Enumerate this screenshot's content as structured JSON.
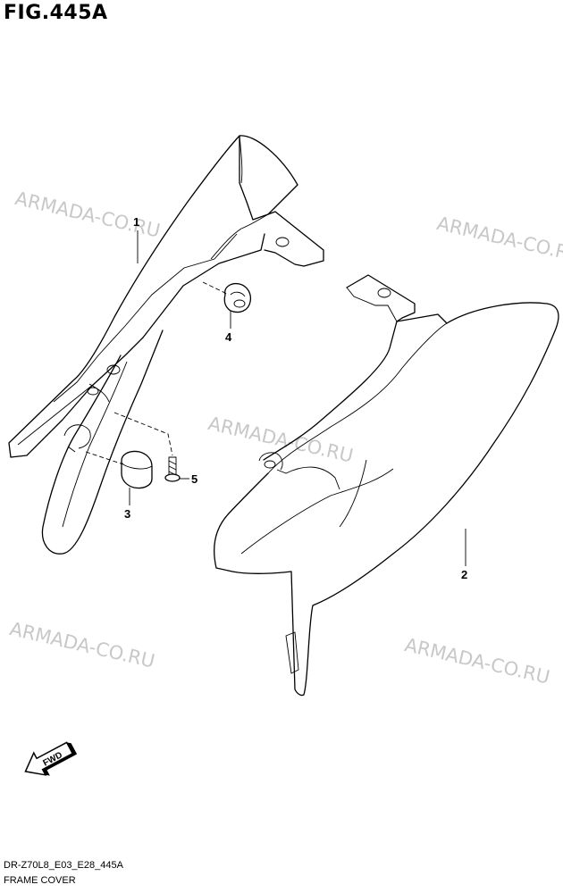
{
  "figure": {
    "title": "FIG.445A",
    "code": "DR-Z70L8_E03_E28_445A",
    "name": "FRAME COVER"
  },
  "watermark": "ARMADA-CO.RU",
  "callouts": {
    "p1": "1",
    "p2": "2",
    "p3": "3",
    "p4": "4",
    "p5": "5"
  },
  "fwd_label": "FWD",
  "colors": {
    "watermark": "#c8c8c8",
    "line": "#000000"
  }
}
